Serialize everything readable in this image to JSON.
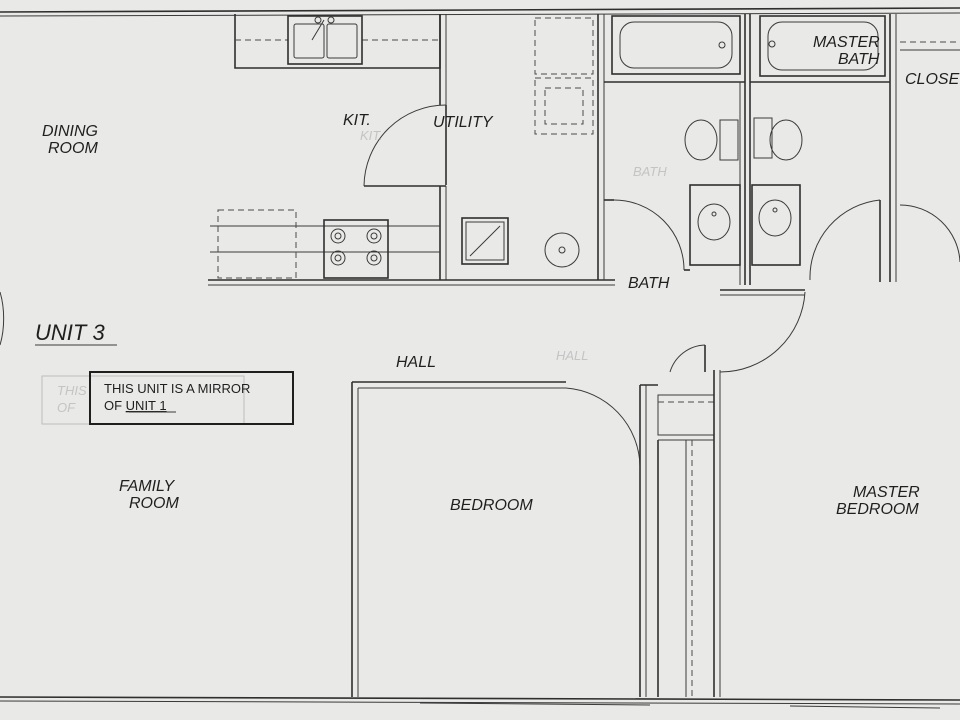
{
  "plan": {
    "unit_title": "UNIT 3",
    "note_line1": "THIS UNIT IS A MIRROR",
    "note_line2_prefix": "OF ",
    "note_line2_link": "UNIT 1",
    "ghost_note_line1": "THIS",
    "ghost_note_line2": "OF",
    "rooms": {
      "dining_line1": "DINING",
      "dining_line2": "ROOM",
      "kitchen": "KIT.",
      "utility": "UTILITY",
      "bath": "BATH",
      "master_bath_line1": "MASTER",
      "master_bath_line2": "BATH",
      "closet": "CLOSE",
      "hall": "HALL",
      "family_line1": "FAMILY",
      "family_line2": "ROOM",
      "bedroom": "BEDROOM",
      "master_bedroom_line1": "MASTER",
      "master_bedroom_line2": "BEDROOM"
    },
    "ghost_labels": {
      "bath": "BATH",
      "hall": "HALL",
      "kit": "KIT."
    }
  },
  "colors": {
    "paper": "#e9e9e7",
    "ink": "#2f2f2f"
  }
}
